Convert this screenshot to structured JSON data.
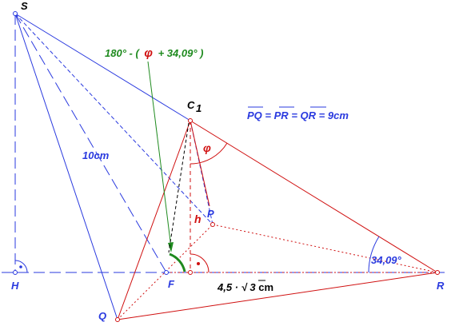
{
  "points": {
    "S": "S",
    "C1": "C",
    "C1_sub": "1",
    "P": "P",
    "H": "H",
    "F": "F",
    "Q": "Q",
    "R": "R"
  },
  "labels": {
    "angle_expr_prefix": "180° - (",
    "angle_expr_phi": "φ",
    "angle_expr_suffix": "+ 34,09° )",
    "phi": "φ",
    "h": "h",
    "slant_length": "10cm",
    "angle_R": "34,09°",
    "base_prefix": "4,5 · ",
    "base_sqrt_symbol": "√",
    "base_sqrt_value": "3",
    "base_unit": " cm"
  },
  "equation": {
    "seg1": "PQ",
    "seg2": "PR",
    "seg3": "QR",
    "eq": " = ",
    "value_eq": " = 9cm"
  },
  "colors": {
    "blue": "#2a3adf",
    "red": "#d01010",
    "green": "#1e8a1e",
    "black": "#000000"
  }
}
